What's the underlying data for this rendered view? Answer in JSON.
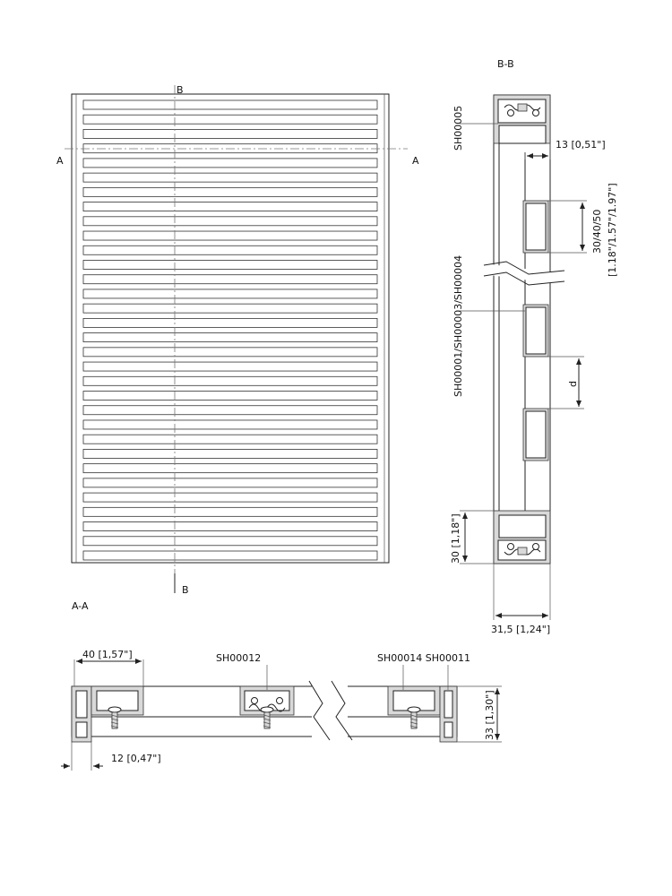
{
  "front_view": {
    "section_mark_a": "A",
    "section_mark_b": "B",
    "slat_count": 32
  },
  "section_bb": {
    "title": "B-B",
    "label_top": "SH00005",
    "label_side": "SH00001/SH00003/SH00004",
    "dim_offset": "13 [0,51\"]",
    "dim_hole_line1": "30/40/50",
    "dim_hole_line2": "[1.18\"/1.57\"/1.97\"]",
    "dim_d": "d",
    "dim_bottom_height": "30 [1,18\"]",
    "dim_width": "31,5 [1,24\"]"
  },
  "section_aa": {
    "title": "A-A",
    "dim_width": "40 [1,57\"]",
    "label_mid": "SH00012",
    "label_right": "SH00014 SH00011",
    "dim_height": "33 [1,30\"]",
    "dim_offset": "12 [0,47\"]"
  }
}
